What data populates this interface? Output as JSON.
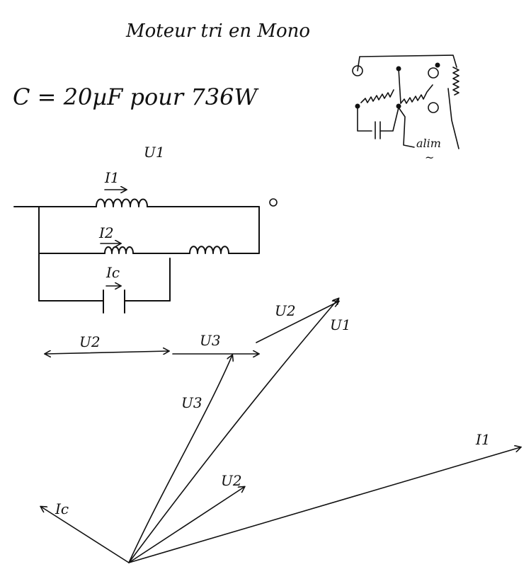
{
  "title": "Moteur tri en Mono",
  "formula": "C = 20µF pour 736W",
  "wiring_inset": {
    "supply_label": "alim",
    "supply_symbol": "~"
  },
  "circuit": {
    "u1_label": "U1",
    "i1_label": "I1",
    "i2_label": "I2",
    "ic_label": "Ic"
  },
  "vector_diagram": {
    "top": {
      "u2_left": "U2",
      "u3": "U3",
      "u2_right": "U2",
      "u1": "U1"
    },
    "phasors": {
      "u3": "U3",
      "u2": "U2",
      "ic": "Ic",
      "i1": "I1"
    }
  },
  "colors": {
    "ink": "#111111",
    "paper": "#ffffff"
  }
}
